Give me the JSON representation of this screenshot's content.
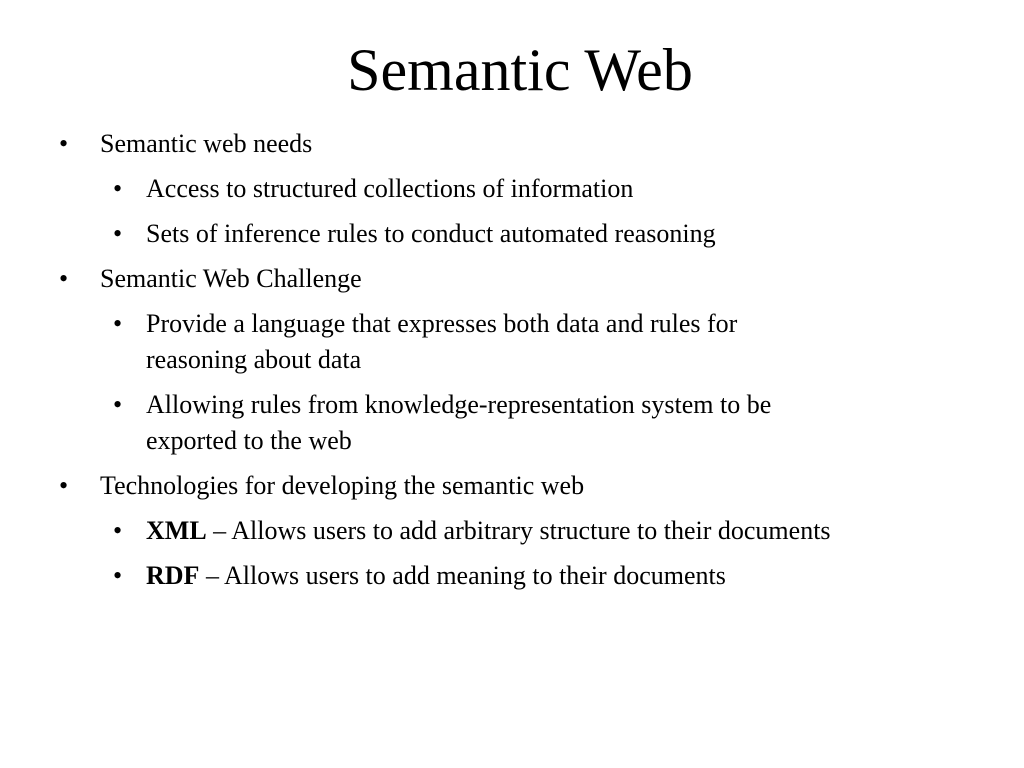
{
  "slide": {
    "title": "Semantic Web",
    "bullet_glyph": "•",
    "items": [
      {
        "level": 1,
        "text": "Semantic web needs"
      },
      {
        "level": 2,
        "text": "Access to structured collections of information"
      },
      {
        "level": 2,
        "text": "Sets of inference rules to conduct automated reasoning"
      },
      {
        "level": 1,
        "text": "Semantic Web Challenge"
      },
      {
        "level": 2,
        "line1": "Provide a language that expresses both data and rules for",
        "line2": "reasoning about data"
      },
      {
        "level": 2,
        "line1": "Allowing rules from knowledge-representation system to be",
        "line2": "exported to the web"
      },
      {
        "level": 1,
        "text": "Technologies for developing the semantic web"
      },
      {
        "level": 2,
        "term": "XML",
        "text": " – Allows users to add arbitrary structure to their documents"
      },
      {
        "level": 2,
        "term": "RDF",
        "text": " – Allows users to add meaning to their documents"
      }
    ]
  }
}
